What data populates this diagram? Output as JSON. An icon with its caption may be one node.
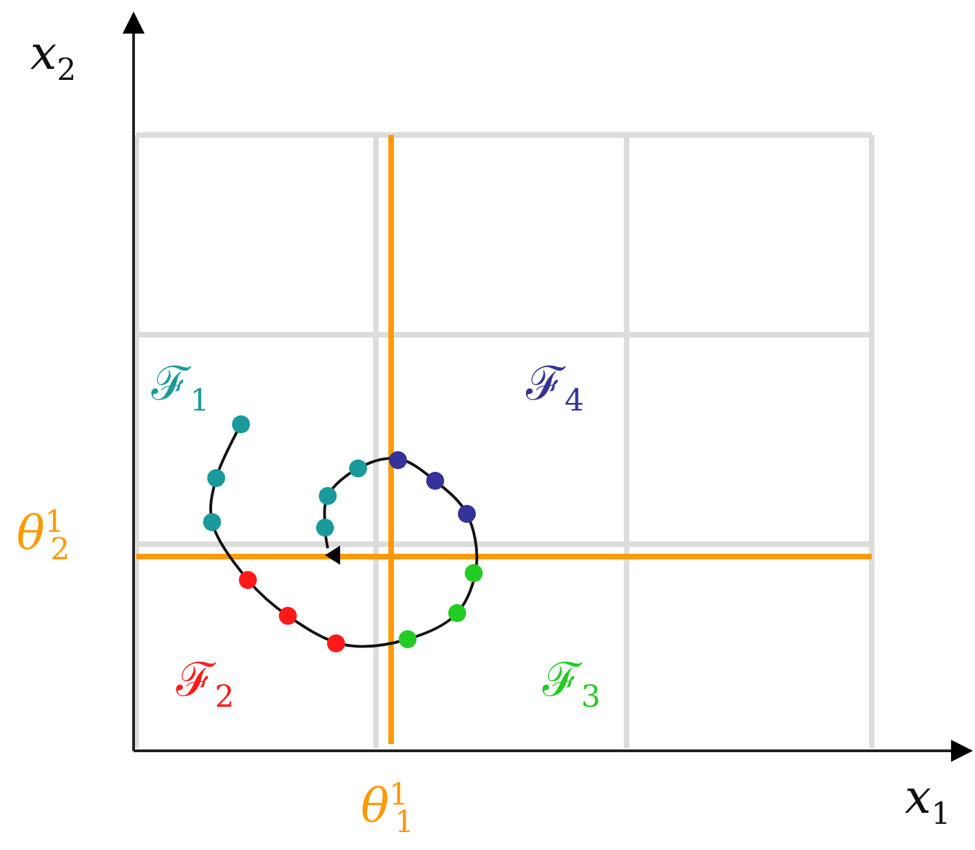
{
  "diagram": {
    "labels": [
      "*x*$_{2}$",
      "ℱ$_{1}$",
      "ℱ$_{4}$",
      "*θ*$^{1}$$_{2}$",
      "ℱ$_{2}$",
      "ℱ$_{3}$",
      "*θ*$^{1}$$_{1}$",
      "*x*$_{1}$"
    ]
  }
}
